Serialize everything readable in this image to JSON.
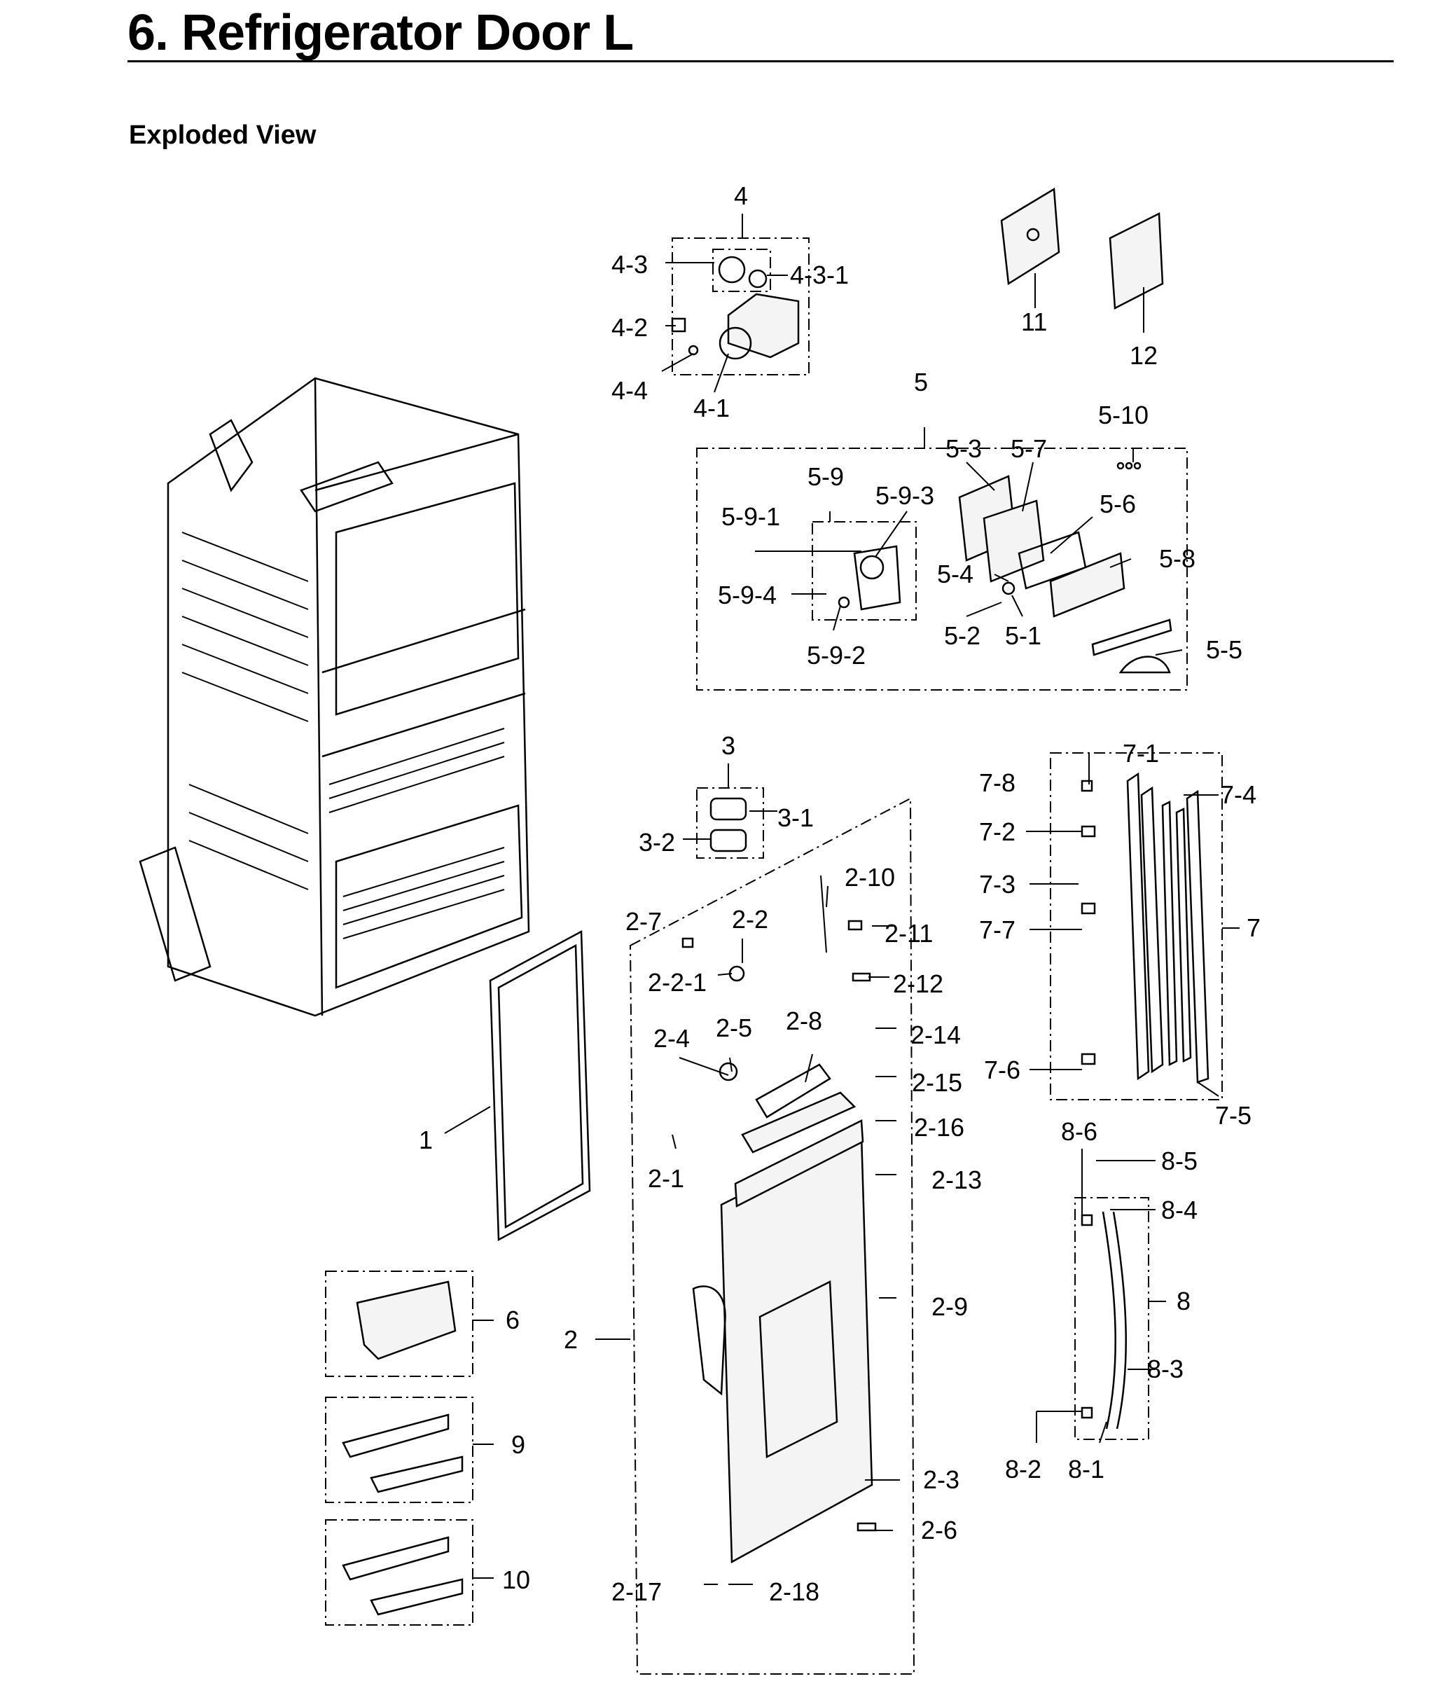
{
  "header": {
    "title": "6.  Refrigerator Door L",
    "subtitle": "Exploded View"
  },
  "callouts": {
    "c1": "1",
    "c2": "2",
    "c2_1": "2-1",
    "c2_2": "2-2",
    "c2_2_1": "2-2-1",
    "c2_3": "2-3",
    "c2_4": "2-4",
    "c2_5": "2-5",
    "c2_6": "2-6",
    "c2_7": "2-7",
    "c2_8": "2-8",
    "c2_9": "2-9",
    "c2_10": "2-10",
    "c2_11": "2-11",
    "c2_12": "2-12",
    "c2_13": "2-13",
    "c2_14": "2-14",
    "c2_15": "2-15",
    "c2_16": "2-16",
    "c2_17": "2-17",
    "c2_18": "2-18",
    "c3": "3",
    "c3_1": "3-1",
    "c3_2": "3-2",
    "c4": "4",
    "c4_1": "4-1",
    "c4_2": "4-2",
    "c4_3": "4-3",
    "c4_3_1": "4-3-1",
    "c4_4": "4-4",
    "c5": "5",
    "c5_1": "5-1",
    "c5_2": "5-2",
    "c5_3": "5-3",
    "c5_4": "5-4",
    "c5_5": "5-5",
    "c5_6": "5-6",
    "c5_7": "5-7",
    "c5_8": "5-8",
    "c5_9": "5-9",
    "c5_9_1": "5-9-1",
    "c5_9_2": "5-9-2",
    "c5_9_3": "5-9-3",
    "c5_9_4": "5-9-4",
    "c5_10": "5-10",
    "c6": "6",
    "c7": "7",
    "c7_1": "7-1",
    "c7_2": "7-2",
    "c7_3": "7-3",
    "c7_4": "7-4",
    "c7_5": "7-5",
    "c7_6": "7-6",
    "c7_7": "7-7",
    "c7_8": "7-8",
    "c8": "8",
    "c8_1": "8-1",
    "c8_2": "8-2",
    "c8_3": "8-3",
    "c8_4": "8-4",
    "c8_5": "8-5",
    "c8_6": "8-6",
    "c9": "9",
    "c10": "10",
    "c11": "11",
    "c12": "12"
  }
}
